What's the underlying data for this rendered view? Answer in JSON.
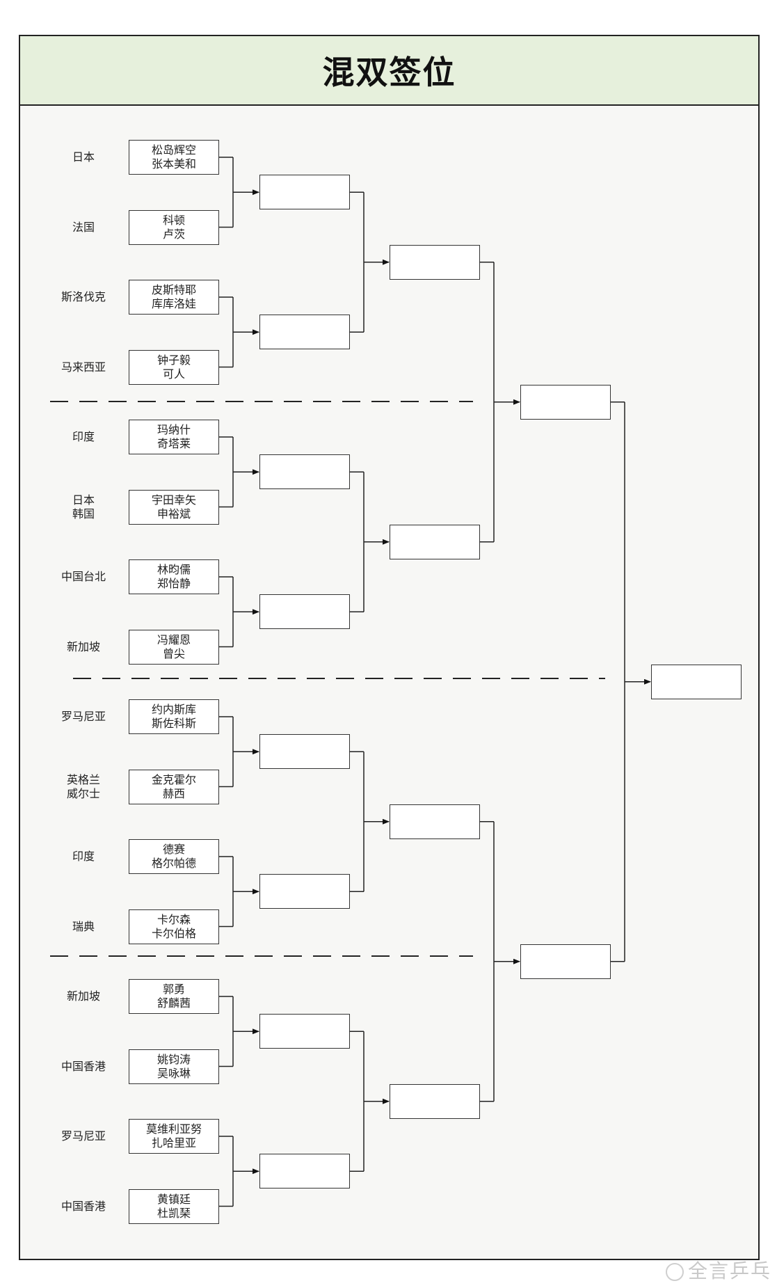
{
  "header": {
    "title": "混双签位"
  },
  "entries": [
    {
      "country": [
        "日本"
      ],
      "players": [
        "松岛辉空",
        "张本美和"
      ]
    },
    {
      "country": [
        "法国"
      ],
      "players": [
        "科顿",
        "卢茨"
      ]
    },
    {
      "country": [
        "斯洛伐克"
      ],
      "players": [
        "皮斯特耶",
        "库库洛娃"
      ]
    },
    {
      "country": [
        "马来西亚"
      ],
      "players": [
        "钟子毅",
        "可人"
      ]
    },
    {
      "country": [
        "印度"
      ],
      "players": [
        "玛纳什",
        "奇塔莱"
      ]
    },
    {
      "country": [
        "日本",
        "韩国"
      ],
      "players": [
        "宇田幸矢",
        "申裕斌"
      ]
    },
    {
      "country": [
        "中国台北"
      ],
      "players": [
        "林昀儒",
        "郑怡静"
      ]
    },
    {
      "country": [
        "新加坡"
      ],
      "players": [
        "冯耀恩",
        "曾尖"
      ]
    },
    {
      "country": [
        "罗马尼亚"
      ],
      "players": [
        "约内斯库",
        "斯佐科斯"
      ]
    },
    {
      "country": [
        "英格兰",
        "威尔士"
      ],
      "players": [
        "金克霍尔",
        "赫西"
      ]
    },
    {
      "country": [
        "印度"
      ],
      "players": [
        "德赛",
        "格尔帕德"
      ]
    },
    {
      "country": [
        "瑞典"
      ],
      "players": [
        "卡尔森",
        "卡尔伯格"
      ]
    },
    {
      "country": [
        "新加坡"
      ],
      "players": [
        "郭勇",
        "舒麟茜"
      ]
    },
    {
      "country": [
        "中国香港"
      ],
      "players": [
        "姚钧涛",
        "吴咏琳"
      ]
    },
    {
      "country": [
        "罗马尼亚"
      ],
      "players": [
        "莫维利亚努",
        "扎哈里亚"
      ]
    },
    {
      "country": [
        "中国香港"
      ],
      "players": [
        "黄镇廷",
        "杜凯琹"
      ]
    }
  ],
  "watermark": {
    "text": "全言乒乓"
  },
  "colors": {
    "header_bg": "#e6f0dc",
    "line": "#222222"
  }
}
